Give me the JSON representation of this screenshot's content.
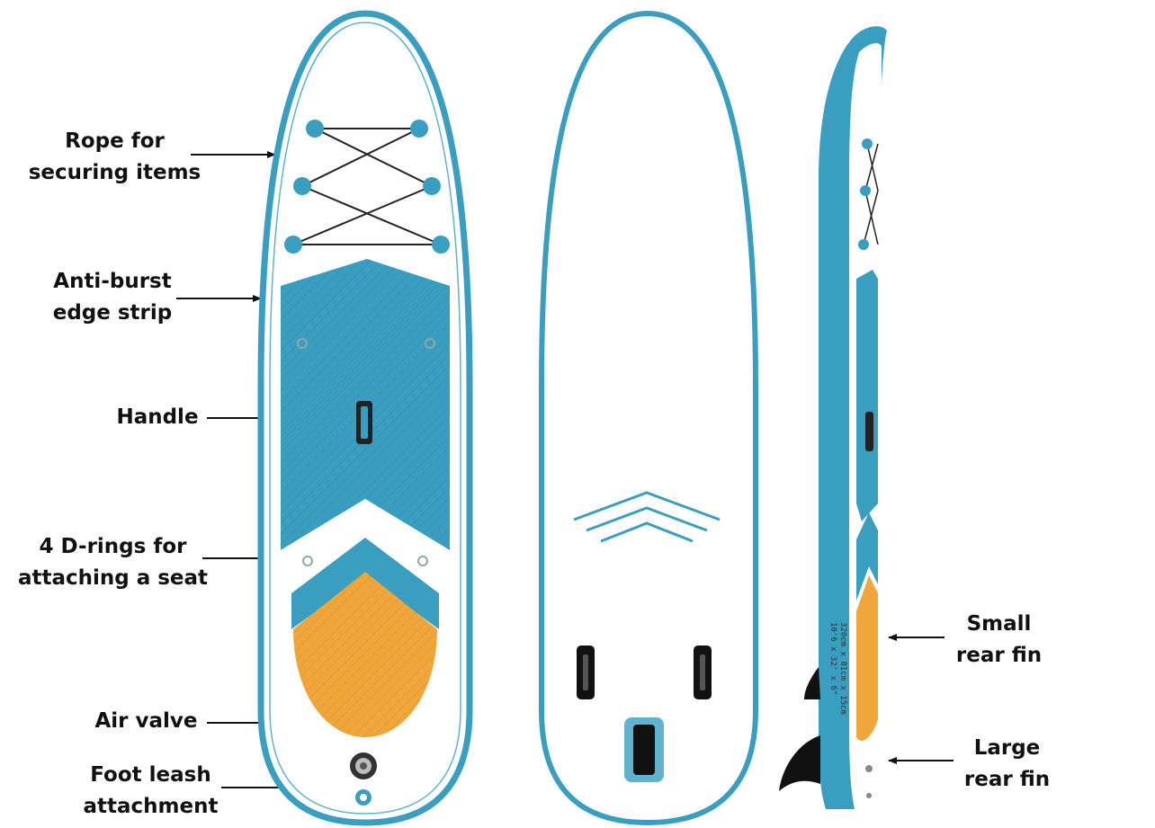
{
  "callouts": {
    "rope": {
      "line1": "Rope for",
      "line2": "securing items"
    },
    "edge": {
      "line1": "Anti-burst",
      "line2": "edge strip"
    },
    "handle": {
      "line1": "Handle"
    },
    "drings": {
      "line1": "4 D-rings for",
      "line2": "attaching a seat"
    },
    "valve": {
      "line1": "Air valve"
    },
    "leash": {
      "line1": "Foot leash",
      "line2": "attachment"
    },
    "small_fin": {
      "line1": "Small",
      "line2": "rear fin"
    },
    "large_fin": {
      "line1": "Large",
      "line2": "rear fin"
    }
  },
  "board_side_text": {
    "line1": "320cm x 81cm x 15cm",
    "line2": "10'6 x 32' x 6\""
  },
  "colors": {
    "teal": "#3a9ec1",
    "teal_light": "#5fb3cf",
    "orange": "#f0a63a",
    "white": "#ffffff",
    "black": "#111111"
  }
}
